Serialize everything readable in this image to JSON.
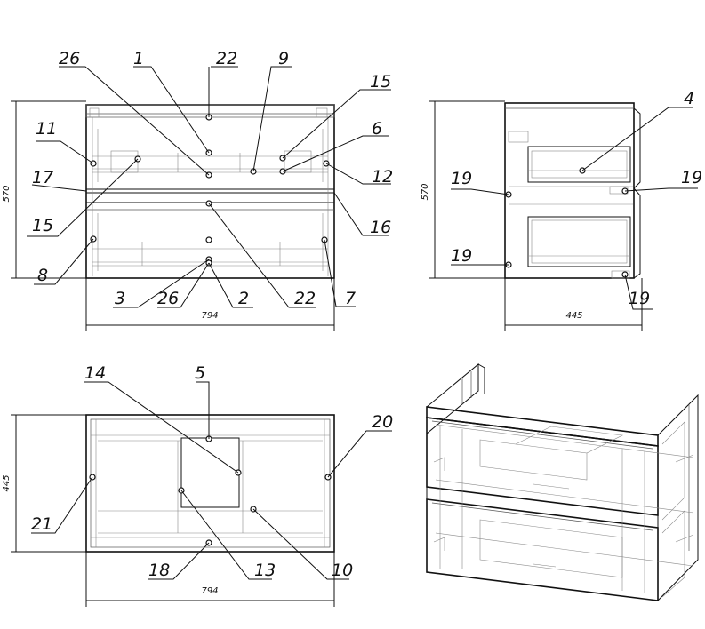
{
  "views": {
    "front": {
      "labels": {
        "l26a": "26",
        "l1": "1",
        "l22a": "22",
        "l9": "9",
        "l15a": "15",
        "l6": "6",
        "l11": "11",
        "l12": "12",
        "l17": "17",
        "l15b": "15",
        "l16": "16",
        "l8": "8",
        "l7": "7",
        "l3": "3",
        "l26b": "26",
        "l2": "2",
        "l22b": "22"
      },
      "dims": {
        "height": "570",
        "width": "794"
      }
    },
    "side": {
      "labels": {
        "l4": "4",
        "l19a": "19",
        "l19b": "19",
        "l19c": "19",
        "l19d": "19"
      },
      "dims": {
        "height": "570",
        "depth": "445"
      }
    },
    "top": {
      "labels": {
        "l14": "14",
        "l5": "5",
        "l20": "20",
        "l21": "21",
        "l18": "18",
        "l13": "13",
        "l10": "10"
      },
      "dims": {
        "depth": "445",
        "width": "794"
      }
    }
  }
}
